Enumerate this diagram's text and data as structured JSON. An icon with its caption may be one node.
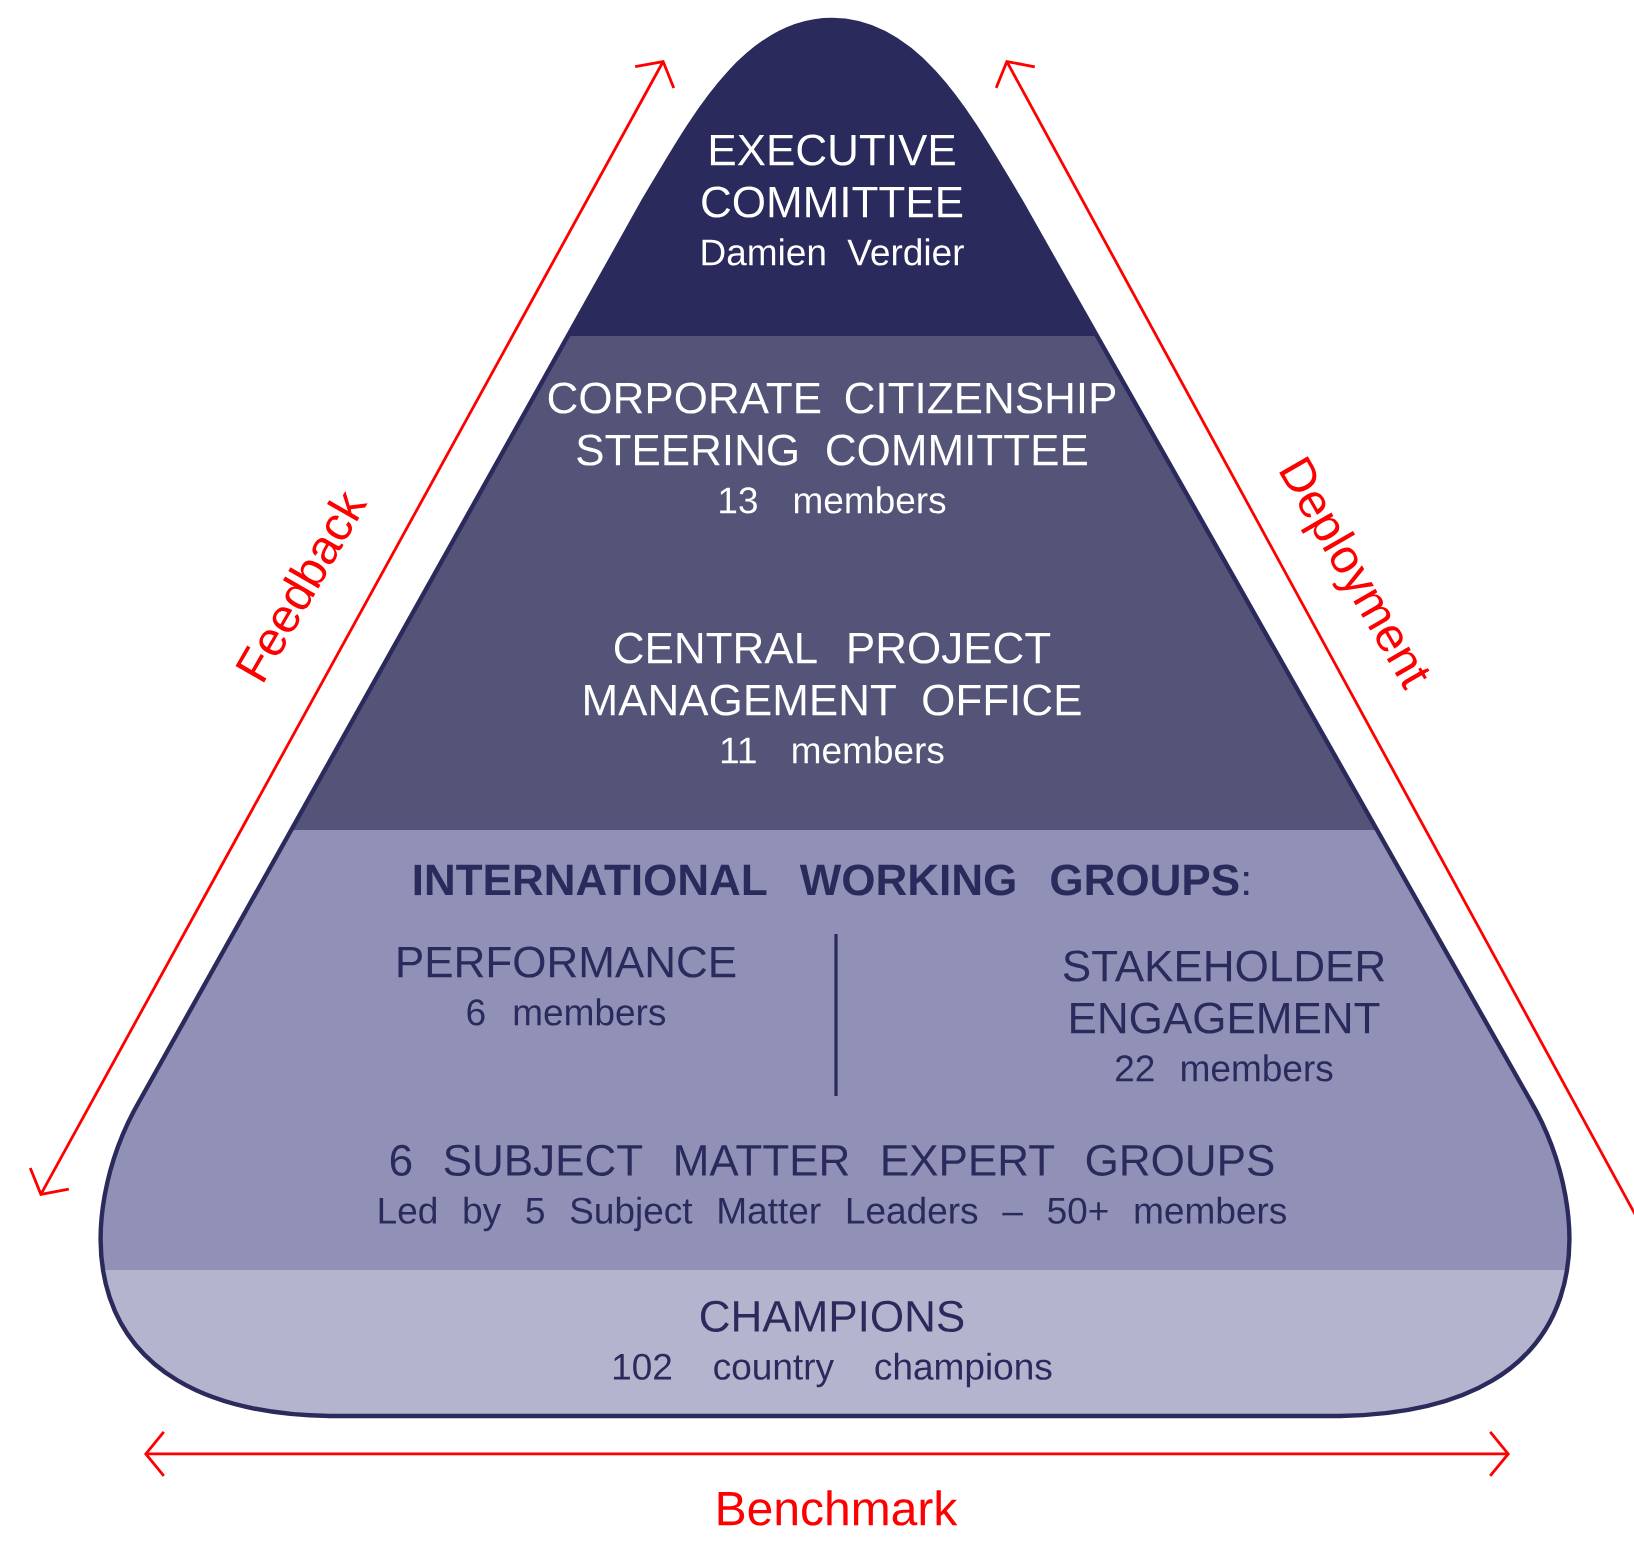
{
  "diagram": {
    "nodes": [
      {
        "text": [
          "EXECUTIVE COMMITTEE",
          "Damien Verdier"
        ]
      },
      {
        "text": [
          "CORPORATE CITIZENSHIP STEERING COMMITTEE",
          "13 members"
        ]
      },
      {
        "text": [
          "CENTRAL PROJECT MANAGEMENT OFFICE",
          "11 members"
        ]
      },
      {
        "text": [
          "**INTERNATIONAL WORKING GROUPS**:"
        ]
      },
      {
        "text": [
          "PERFORMANCE",
          "6 members"
        ]
      },
      {
        "text": [
          "STAKEHOLDER ENGAGEMENT",
          "22 members"
        ]
      },
      {
        "text": [
          "6 SUBJECT MATTER EXPERT GROUPS",
          "Led by 5 Subject Matter Leaders – 50+ members"
        ]
      },
      {
        "text": [
          "CHAMPIONS",
          "102 country champions"
        ]
      }
    ],
    "labels": [
      "Feedback",
      "Deployment",
      "Benchmark"
    ]
  }
}
